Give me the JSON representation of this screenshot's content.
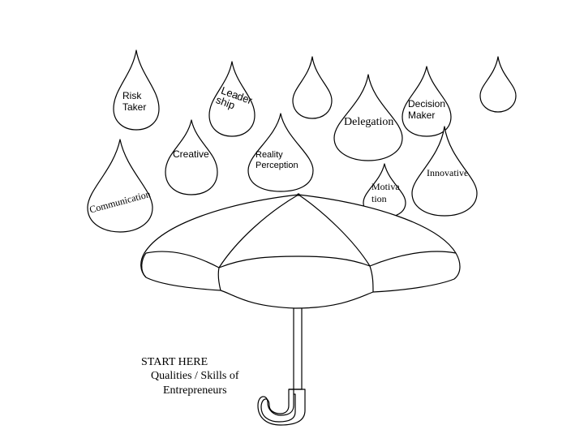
{
  "drops": {
    "risk_taker": [
      "Risk",
      "Taker"
    ],
    "leadership": [
      "Lea",
      "der",
      "ship"
    ],
    "delegation": "Delegation",
    "decision_maker": [
      "Decision",
      "Maker"
    ],
    "creative": "Creative",
    "reality_perception": [
      "Reality",
      "Perception"
    ],
    "innovative": "Innovative",
    "communication": "Communication",
    "motivation": [
      "Motiva",
      "tion"
    ]
  },
  "caption": {
    "line1": "START HERE",
    "line2": "Qualities / Skills of",
    "line3": "Entrepreneurs"
  }
}
